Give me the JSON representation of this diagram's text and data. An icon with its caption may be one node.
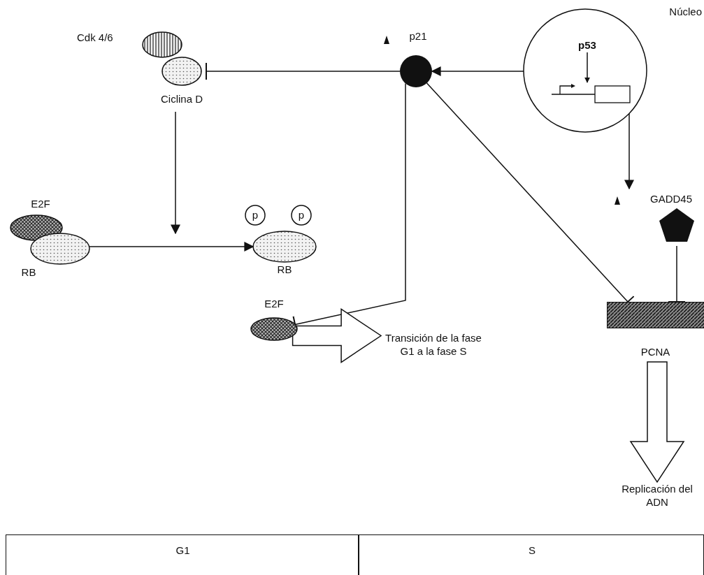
{
  "diagram": {
    "nodes": [
      {
        "text": [
          "Cdk 4/6",
          "Ciclina D"
        ]
      },
      {
        "text": [
          "p21"
        ]
      },
      {
        "text": [
          "Núcleo"
        ]
      },
      {
        "text": [
          "p53"
        ],
        "in": 2
      },
      {
        "text": [],
        "shape": "picture",
        "in": 2
      },
      {
        "text": [
          "GADD45"
        ]
      },
      {
        "text": [
          "E2F",
          "RB"
        ]
      },
      {
        "text": [
          "RB"
        ]
      },
      {
        "text": [
          "p"
        ]
      },
      {
        "text": [
          "p"
        ]
      },
      {
        "text": [
          "E2F"
        ]
      },
      {
        "text": [
          "Transición de la fase G1 a la fase S"
        ]
      },
      {
        "text": [
          "PCNA"
        ]
      },
      {
        "text": [
          "Replicación del ADN"
        ]
      },
      {
        "text": [
          "G1"
        ]
      },
      {
        "text": [
          "S"
        ]
      }
    ],
    "edges": [
      {
        "from": 1,
        "to": 0,
        "arrow": "other"
      },
      {
        "from": 2,
        "to": 1,
        "arrow": "to"
      },
      {
        "from": 0,
        "to": null,
        "arrow": "to"
      },
      {
        "from": 6,
        "to": 7,
        "arrow": "to"
      },
      {
        "from": 1,
        "to": 10,
        "arrow": "other"
      },
      {
        "from": 1,
        "to": 12,
        "arrow": "other"
      },
      {
        "from": 2,
        "to": 5,
        "arrow": "to"
      },
      {
        "from": 5,
        "to": 12,
        "arrow": "other"
      },
      {
        "from": 10,
        "to": 11,
        "arrow": "to",
        "style": "thick"
      },
      {
        "from": 12,
        "to": 13,
        "arrow": "to",
        "style": "thick"
      },
      {
        "from": 3,
        "to": 4,
        "arrow": "to"
      }
    ]
  }
}
